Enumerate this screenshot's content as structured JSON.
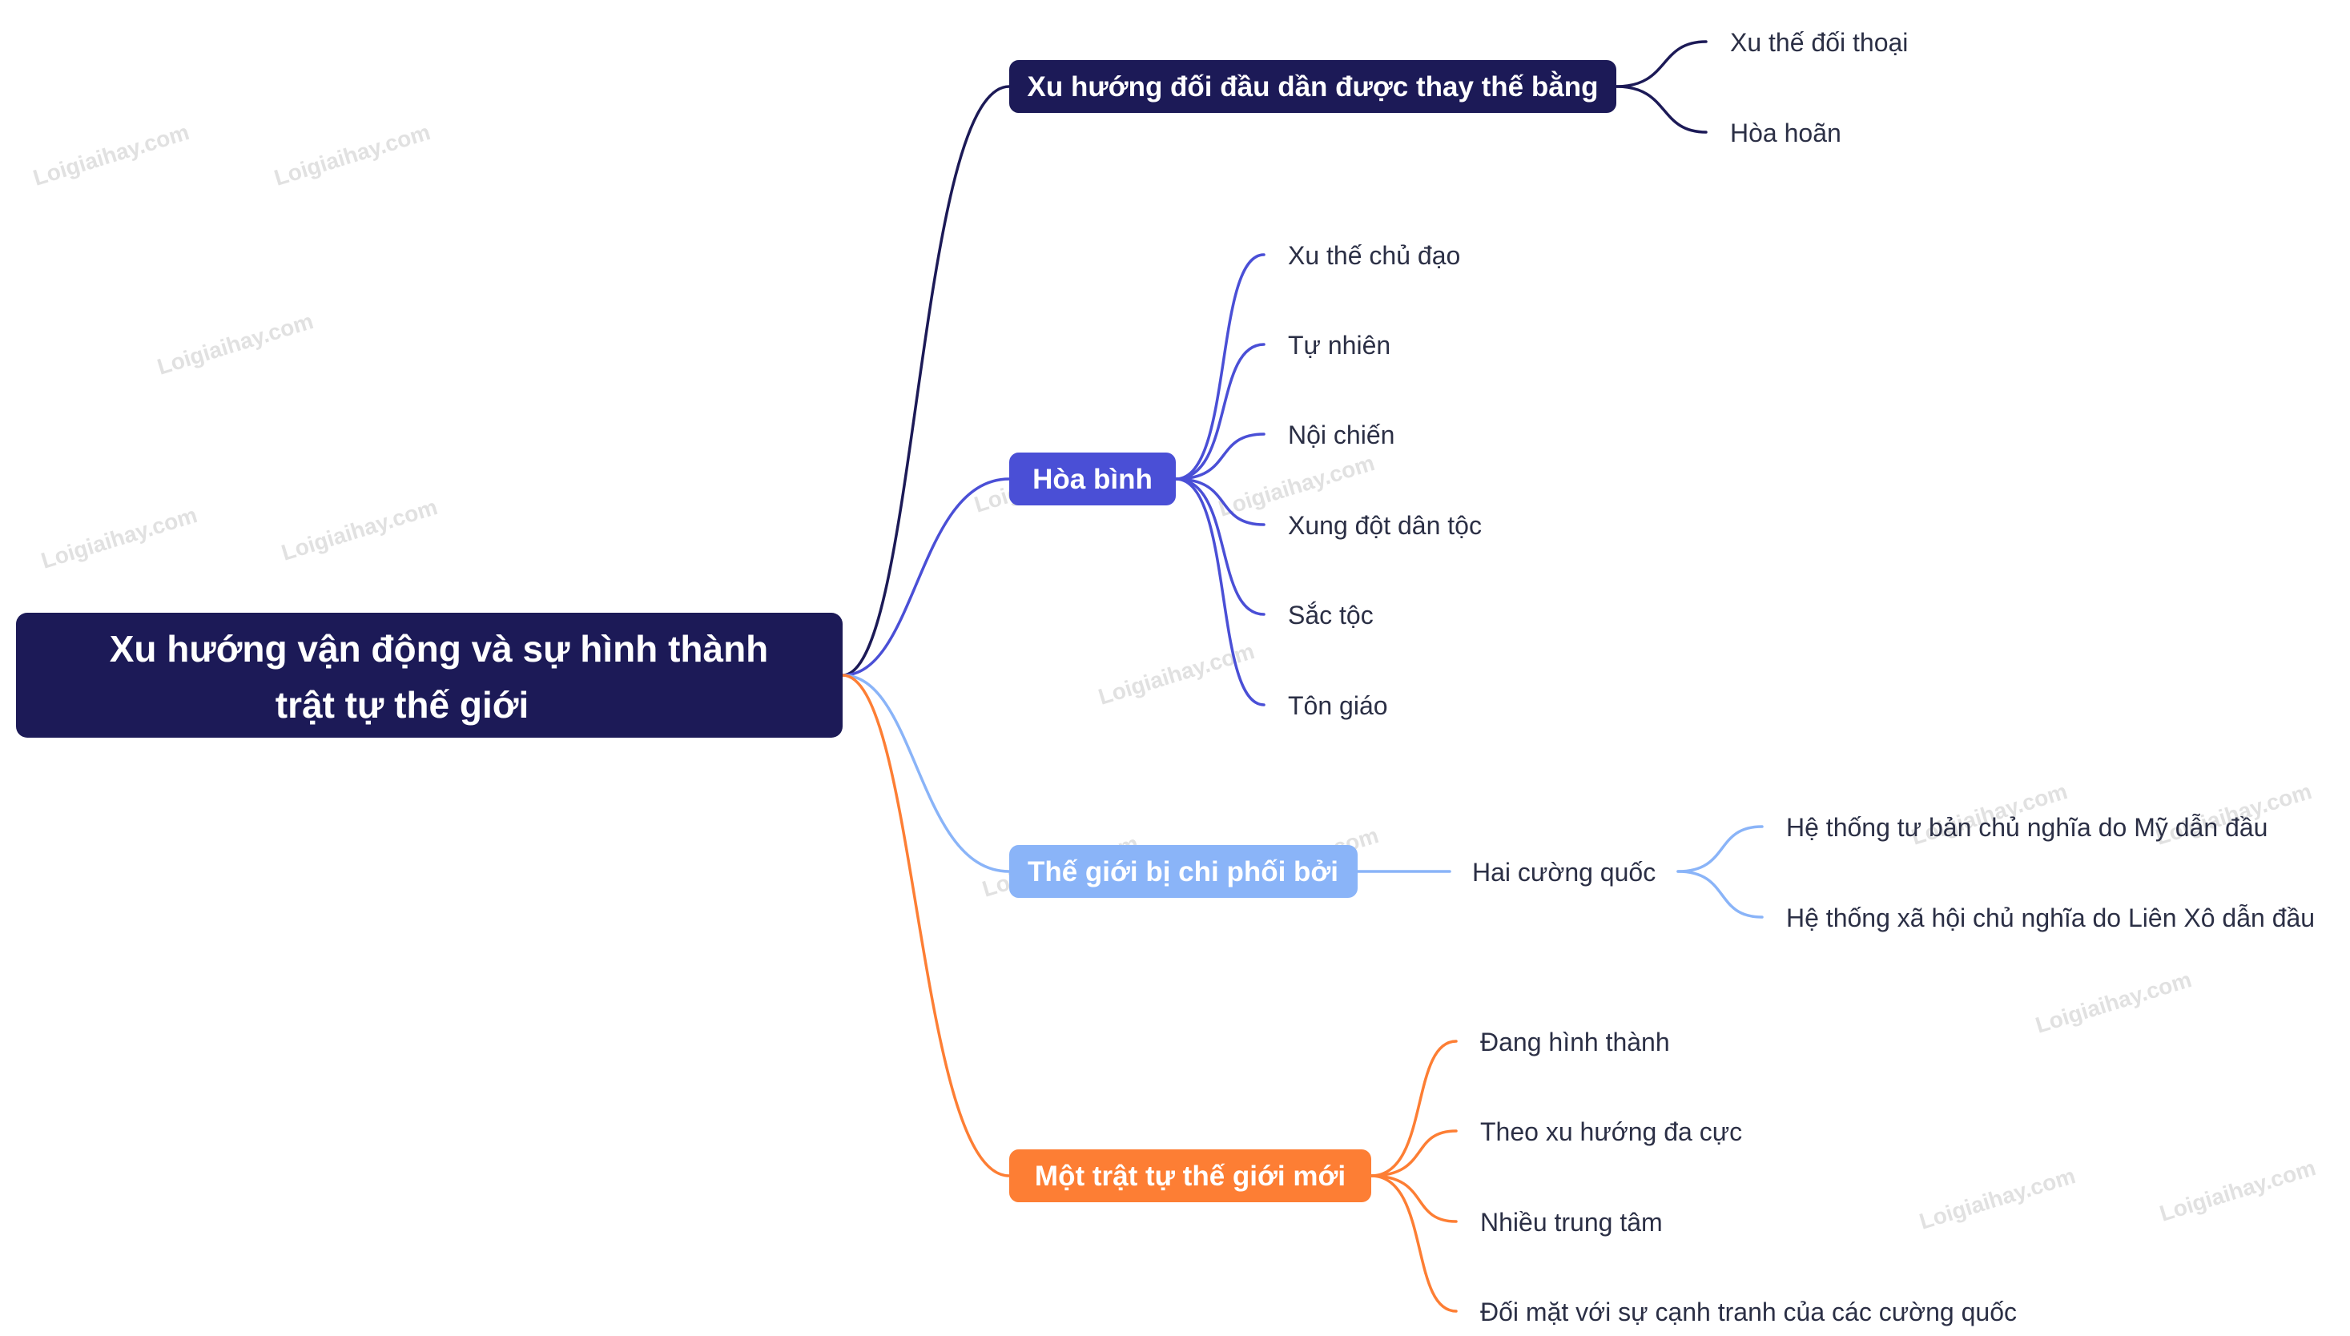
{
  "root": {
    "lines": [
      "Xu hướng vận động và sự hình thành",
      "trật tự thế giới"
    ],
    "color": "#1c1a57"
  },
  "branches": [
    {
      "label": "Xu hướng đối đầu dần được thay thế bằng",
      "color": "#1c1a57",
      "children": [
        {
          "label": "Xu thế đối thoại"
        },
        {
          "label": "Hòa hoãn"
        }
      ]
    },
    {
      "label": "Hòa bình",
      "color": "#4a4fd6",
      "children": [
        {
          "label": "Xu thế chủ đạo"
        },
        {
          "label": "Tự nhiên"
        },
        {
          "label": "Nội chiến"
        },
        {
          "label": "Xung đột dân tộc"
        },
        {
          "label": "Sắc tộc"
        },
        {
          "label": "Tôn giáo"
        }
      ]
    },
    {
      "label": "Thế giới bị chi phối bởi",
      "color": "#8ab4f8",
      "children": [
        {
          "label": "Hai cường quốc",
          "children": [
            {
              "label": "Hệ thống tư bản chủ nghĩa do Mỹ dẫn đầu"
            },
            {
              "label": "Hệ thống xã hội chủ nghĩa do Liên Xô dẫn đầu"
            }
          ]
        }
      ]
    },
    {
      "label": "Một trật tự thế giới mới",
      "color": "#fd7e34",
      "children": [
        {
          "label": "Đang hình thành"
        },
        {
          "label": "Theo xu hướng đa cực"
        },
        {
          "label": "Nhiều trung tâm"
        },
        {
          "label": "Đối mặt với sự cạnh tranh của các cường quốc"
        }
      ]
    }
  ],
  "watermark": "Loigiaihay.com"
}
